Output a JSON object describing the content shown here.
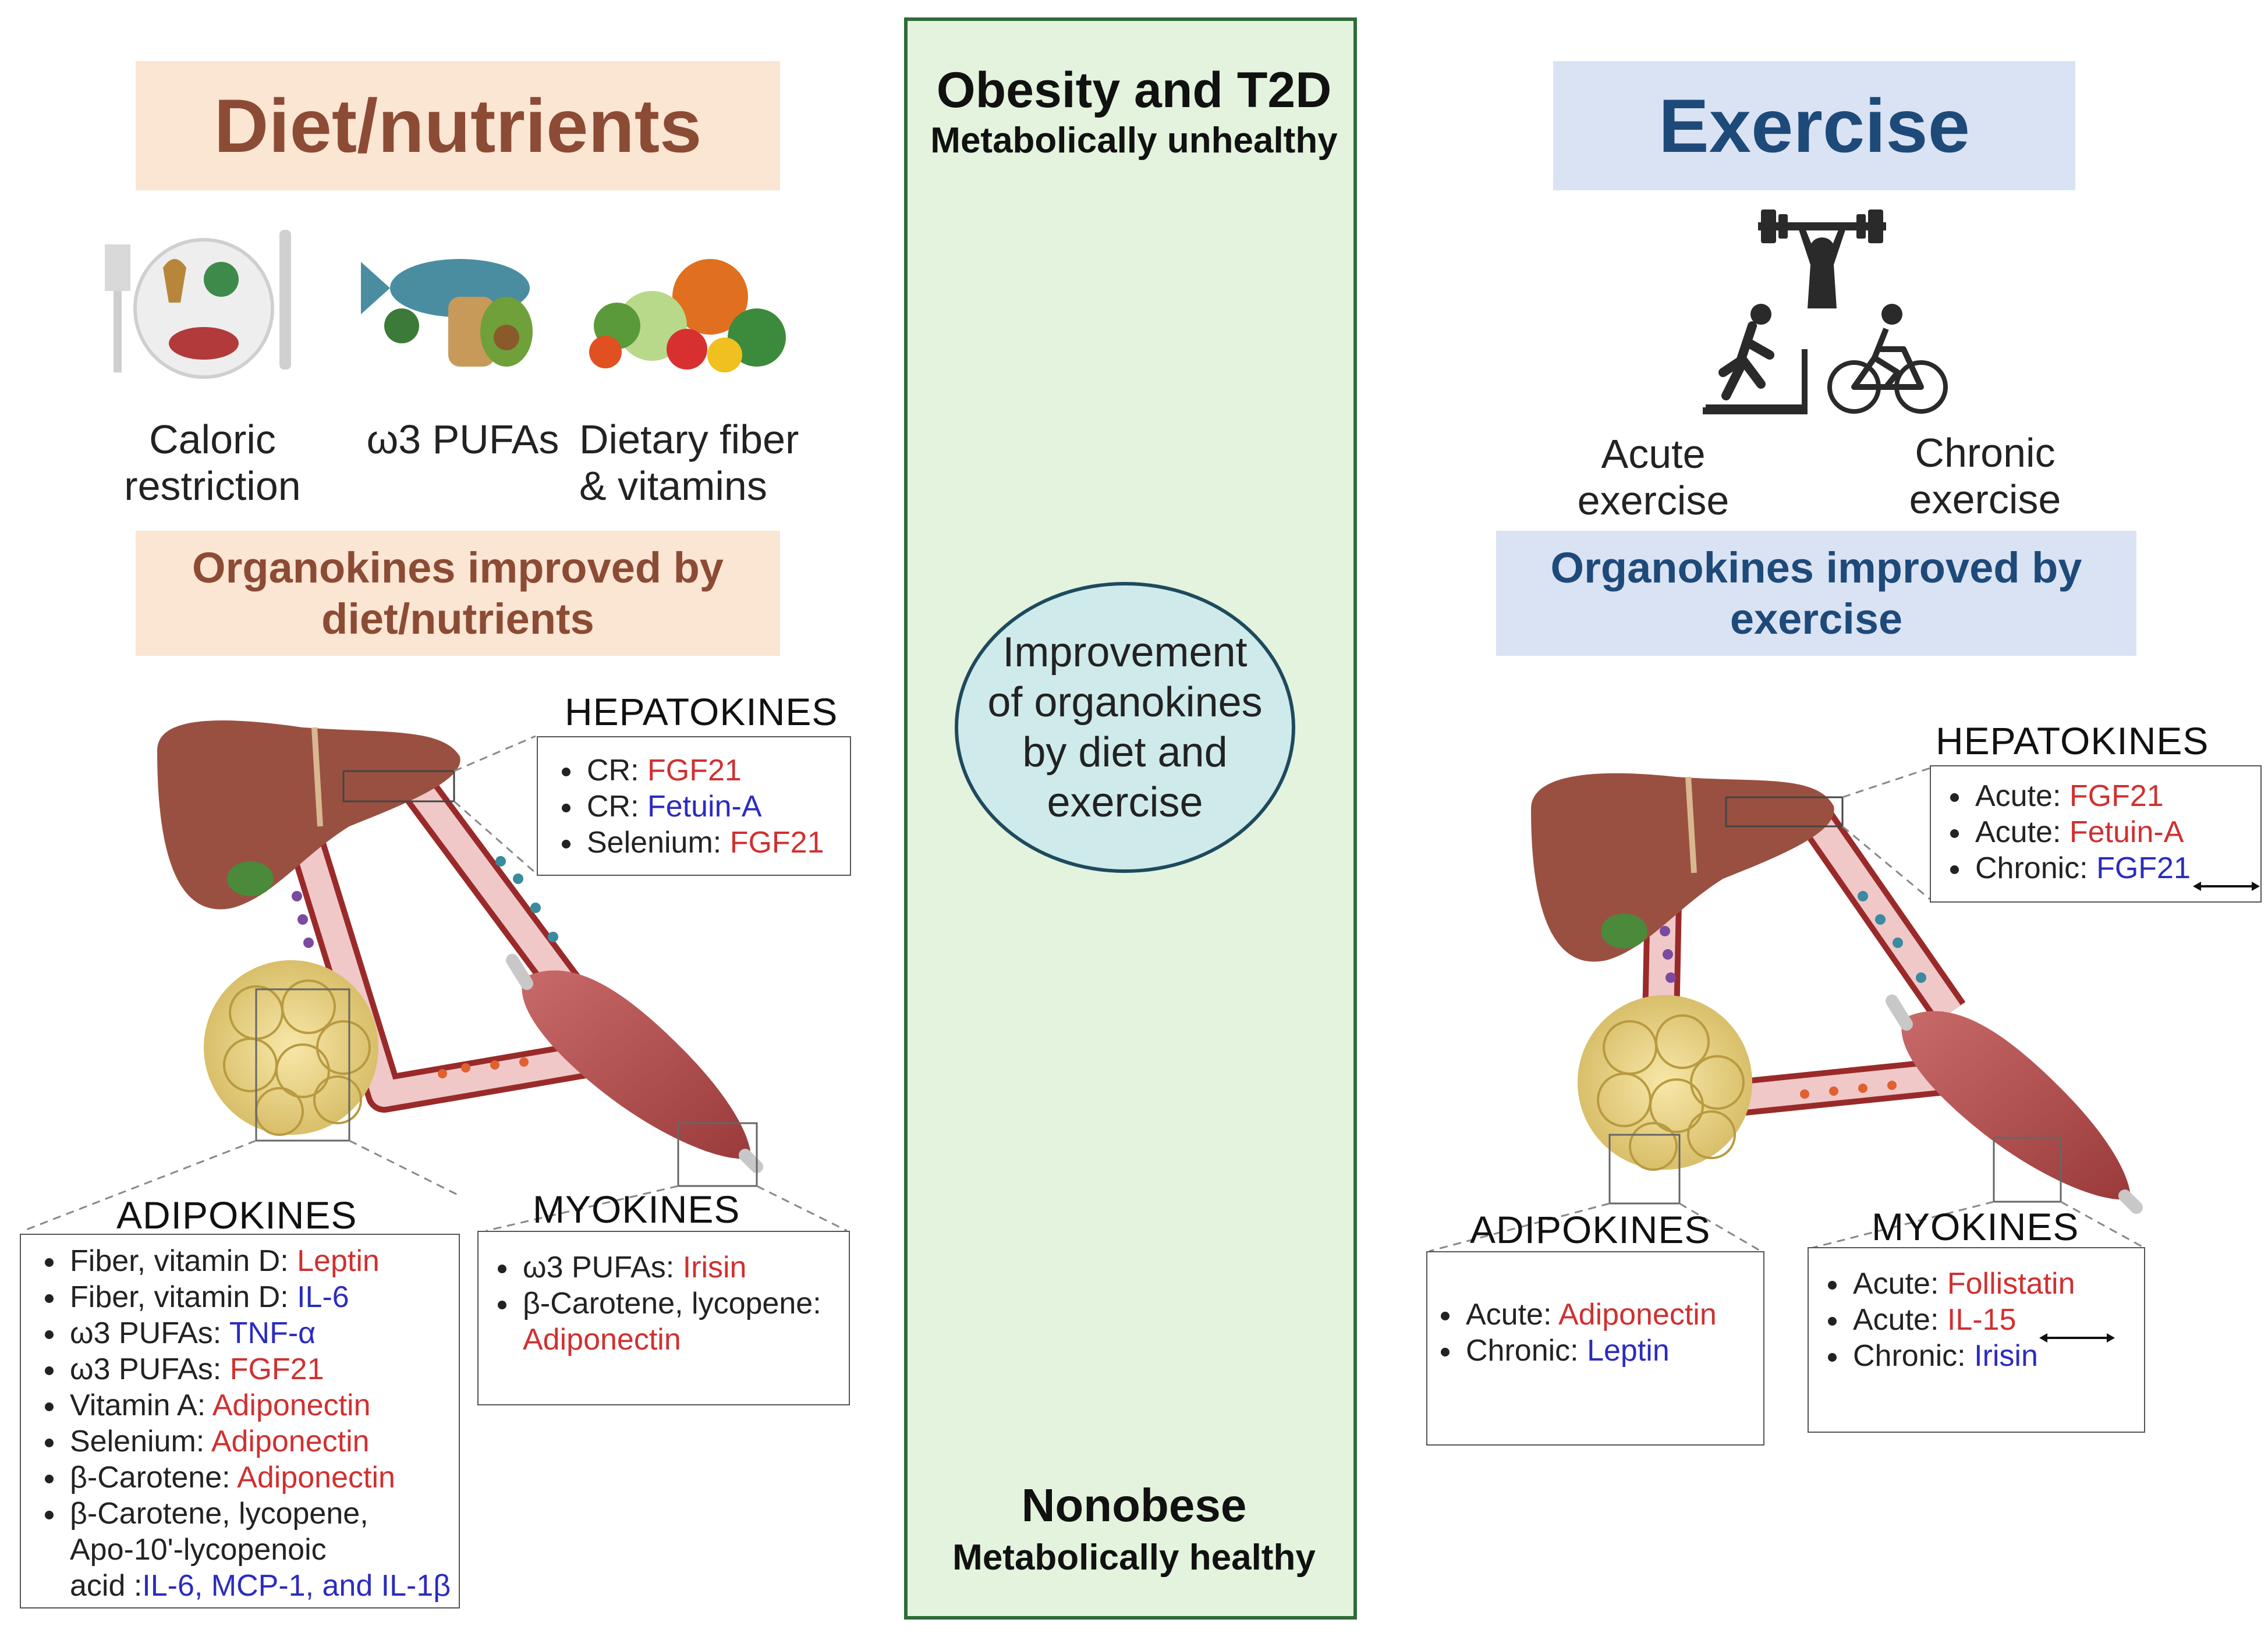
{
  "diet": {
    "title": "Diet/nutrients",
    "items": [
      {
        "label1": "Caloric",
        "label2": "restriction"
      },
      {
        "label1": "ω3 PUFAs",
        "label2": ""
      },
      {
        "label1": "Dietary fiber",
        "label2": "& vitamins"
      }
    ],
    "organokines_line1": "Organokines improved by",
    "organokines_line2": "diet/nutrients",
    "hepatokines": {
      "title": "HEPATOKINES",
      "items": [
        {
          "prefix": "CR: ",
          "value": "FGF21",
          "color": "red"
        },
        {
          "prefix": "CR: ",
          "value": "Fetuin-A",
          "color": "blue"
        },
        {
          "prefix": "Selenium: ",
          "value": "FGF21",
          "color": "red"
        }
      ]
    },
    "adipokines": {
      "title": "ADIPOKINES",
      "items": [
        {
          "prefix": "Fiber, vitamin D: ",
          "value": "Leptin",
          "color": "red"
        },
        {
          "prefix": "Fiber, vitamin D: ",
          "value": "IL-6",
          "color": "blue"
        },
        {
          "prefix": "ω3 PUFAs: ",
          "value": "TNF-α",
          "color": "blue"
        },
        {
          "prefix": "ω3 PUFAs: ",
          "value": "FGF21",
          "color": "red"
        },
        {
          "prefix": "Vitamin A: ",
          "value": "Adiponectin",
          "color": "red"
        },
        {
          "prefix": "Selenium: ",
          "value": "Adiponectin",
          "color": "red"
        },
        {
          "prefix": "β-Carotene: ",
          "value": "Adiponectin",
          "color": "red"
        }
      ],
      "last_line1": "β-Carotene, lycopene,",
      "last_line2": "Apo-10'-lycopenoic",
      "last_line3_prefix": "acid :",
      "last_line3_value": "IL-6, MCP-1, and IL-1β"
    },
    "myokines": {
      "title": "MYOKINES",
      "item1_prefix": "ω3 PUFAs: ",
      "item1_value": "Irisin",
      "item2_prefix": "β-Carotene, lycopene:",
      "item2_value": "Adiponectin"
    }
  },
  "center": {
    "top_title": "Obesity and T2D",
    "top_subtitle": "Metabolically unhealthy",
    "circle_line1": "Improvement",
    "circle_line2": "of organokines",
    "circle_line3": "by diet and",
    "circle_line4": "exercise",
    "bottom_title": "Nonobese",
    "bottom_subtitle": "Metabolically healthy"
  },
  "exercise": {
    "title": "Exercise",
    "acute_line1": "Acute",
    "acute_line2": "exercise",
    "chronic_line1": "Chronic",
    "chronic_line2": "exercise",
    "organokines_line1": "Organokines improved by",
    "organokines_line2": "exercise",
    "hepatokines": {
      "title": "HEPATOKINES",
      "items": [
        {
          "prefix": "Acute: ",
          "value": "FGF21",
          "color": "red"
        },
        {
          "prefix": "Acute: ",
          "value": "Fetuin-A",
          "color": "red"
        },
        {
          "prefix": "Chronic: ",
          "value": "FGF21",
          "color": "blue"
        }
      ]
    },
    "adipokines": {
      "title": "ADIPOKINES",
      "items": [
        {
          "prefix": "Acute: ",
          "value": "Adiponectin",
          "color": "red"
        },
        {
          "prefix": "Chronic: ",
          "value": "Leptin",
          "color": "blue"
        }
      ]
    },
    "myokines": {
      "title": "MYOKINES",
      "items": [
        {
          "prefix": "Acute: ",
          "value": "Follistatin",
          "color": "red"
        },
        {
          "prefix": "Acute: ",
          "value": "IL-15",
          "color": "blue"
        },
        {
          "prefix": "Chronic: ",
          "value": "Irisin",
          "color": "blue"
        }
      ]
    }
  },
  "colors": {
    "diet_accent": "#8b4b34",
    "diet_bg": "#fbe5d3",
    "exercise_accent": "#1e4a7a",
    "exercise_bg": "#dae3f4",
    "center_bg": "#e3f3dd",
    "center_border": "#2f6b38",
    "red_value": "#d03030",
    "blue_value": "#2b2bc0"
  }
}
